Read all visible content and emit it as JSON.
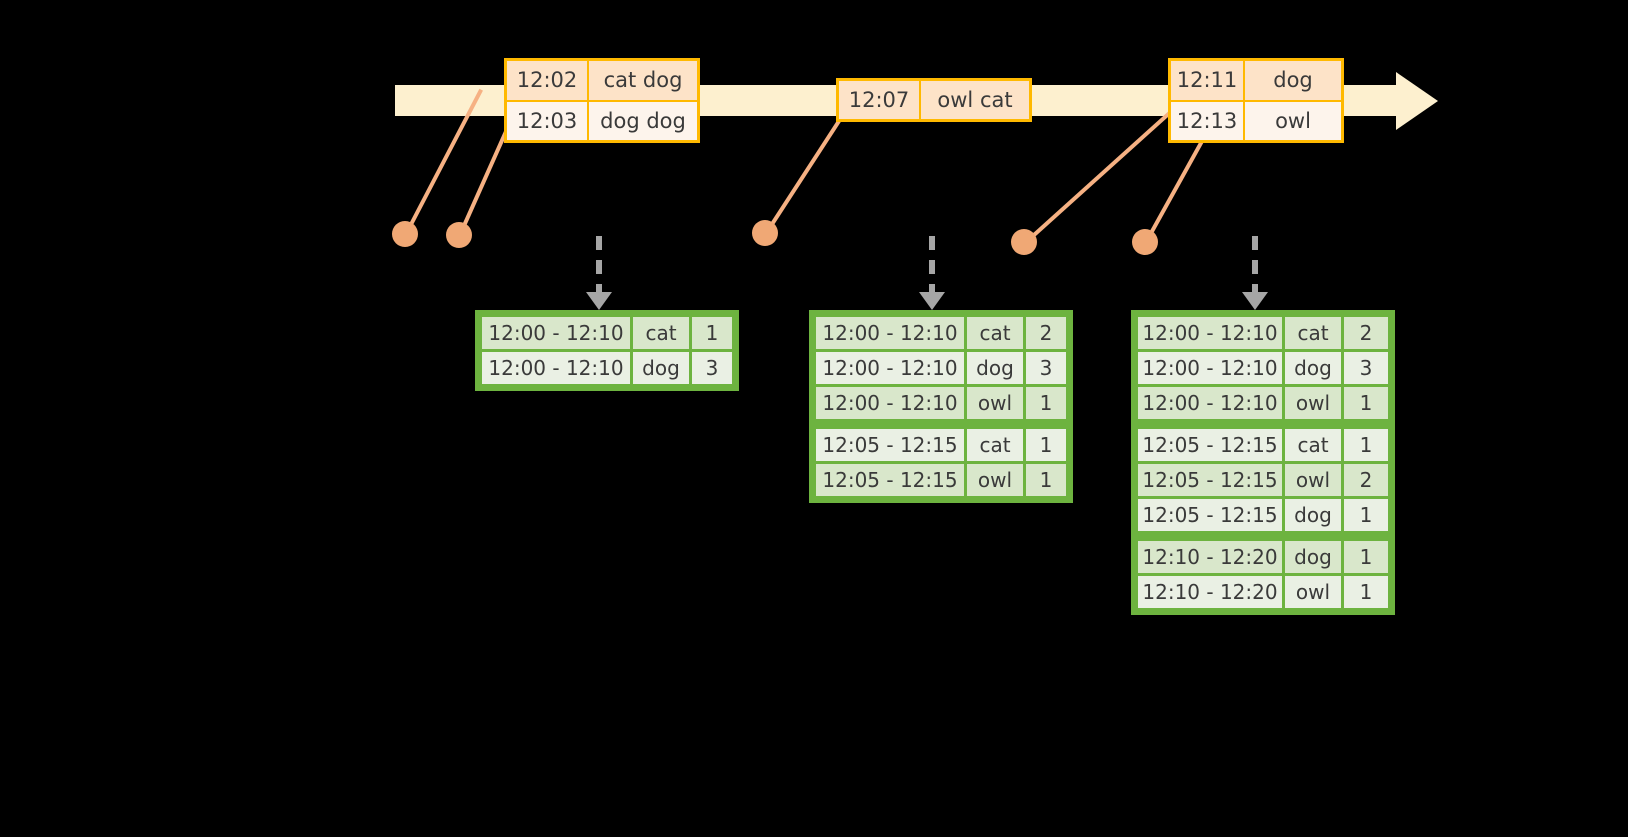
{
  "timeline": {
    "name": "event-stream-timeline",
    "arrow_direction": "right",
    "color": "#fdf0cf",
    "border_color": "#ffb900"
  },
  "events": [
    {
      "id": "evt-a",
      "rows": [
        {
          "time": "12:02",
          "message": "cat dog"
        },
        {
          "time": "12:03",
          "message": "dog dog"
        }
      ]
    },
    {
      "id": "evt-b",
      "rows": [
        {
          "time": "12:07",
          "message": "owl cat"
        }
      ]
    },
    {
      "id": "evt-c",
      "rows": [
        {
          "time": "12:11",
          "message": "dog"
        },
        {
          "time": "12:13",
          "message": "owl"
        }
      ]
    }
  ],
  "markers": [
    {
      "name": "event-marker-1"
    },
    {
      "name": "event-marker-2"
    },
    {
      "name": "event-marker-3"
    },
    {
      "name": "event-marker-4"
    },
    {
      "name": "event-marker-5"
    }
  ],
  "tables": [
    {
      "id": "tbl-1",
      "name": "windowed-count-table-1",
      "accent": "#6db33f",
      "groups": [
        {
          "rows": [
            {
              "range": "12:00 - 12:10",
              "word": "cat",
              "count": "1"
            },
            {
              "range": "12:00 - 12:10",
              "word": "dog",
              "count": "3"
            }
          ]
        }
      ]
    },
    {
      "id": "tbl-2",
      "name": "windowed-count-table-2",
      "accent": "#6db33f",
      "groups": [
        {
          "rows": [
            {
              "range": "12:00 - 12:10",
              "word": "cat",
              "count": "2"
            },
            {
              "range": "12:00 - 12:10",
              "word": "dog",
              "count": "3"
            },
            {
              "range": "12:00 - 12:10",
              "word": "owl",
              "count": "1"
            }
          ]
        },
        {
          "rows": [
            {
              "range": "12:05 - 12:15",
              "word": "cat",
              "count": "1"
            },
            {
              "range": "12:05 - 12:15",
              "word": "owl",
              "count": "1"
            }
          ]
        }
      ]
    },
    {
      "id": "tbl-3",
      "name": "windowed-count-table-3",
      "accent": "#6db33f",
      "groups": [
        {
          "rows": [
            {
              "range": "12:00 - 12:10",
              "word": "cat",
              "count": "2"
            },
            {
              "range": "12:00 - 12:10",
              "word": "dog",
              "count": "3"
            },
            {
              "range": "12:00 - 12:10",
              "word": "owl",
              "count": "1"
            }
          ]
        },
        {
          "rows": [
            {
              "range": "12:05 - 12:15",
              "word": "cat",
              "count": "1"
            },
            {
              "range": "12:05 - 12:15",
              "word": "owl",
              "count": "2"
            },
            {
              "range": "12:05 - 12:15",
              "word": "dog",
              "count": "1"
            }
          ]
        },
        {
          "rows": [
            {
              "range": "12:10 - 12:20",
              "word": "dog",
              "count": "1"
            },
            {
              "range": "12:10 - 12:20",
              "word": "owl",
              "count": "1"
            }
          ]
        }
      ]
    }
  ]
}
